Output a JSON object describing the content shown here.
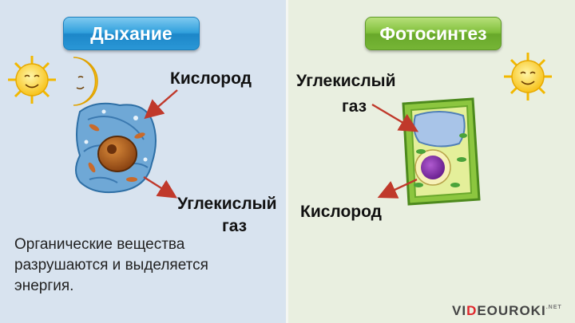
{
  "left_title": "Дыхание",
  "right_title": "Фотосинтез",
  "labels": {
    "left_oxygen": "Кислород",
    "left_co2_line1": "Углекислый",
    "left_co2_line2": "газ",
    "right_co2_line1": "Углекислый",
    "right_co2_line2": "газ",
    "right_oxygen": "Кислород"
  },
  "description": "Органические вещества разрушаются и выделяется энергия.",
  "logo": {
    "prefix": "VI",
    "highlight": "D",
    "suffix": "EOUROKI",
    "tld": ".NET"
  },
  "colors": {
    "arrow": "#c0392b",
    "blue_button": "#2a97d6",
    "green_button": "#76b536"
  }
}
